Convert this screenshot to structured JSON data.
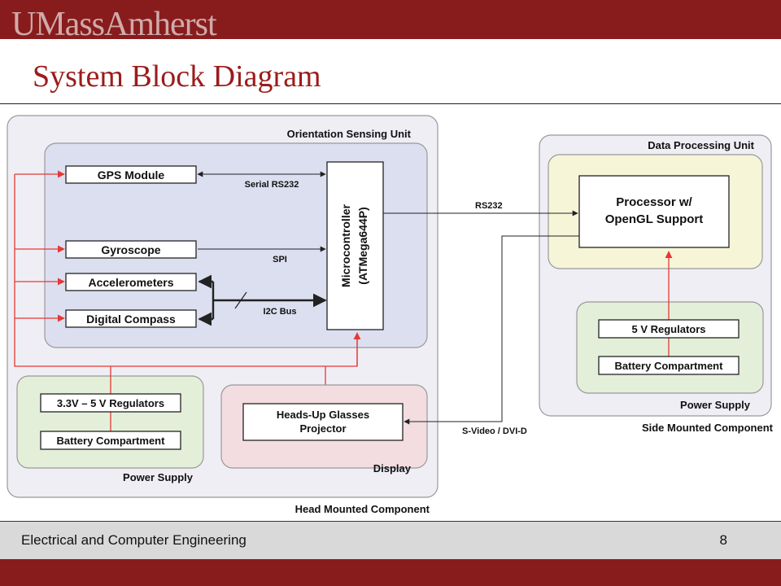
{
  "header": {
    "logo_text": "UMassAmherst",
    "title": "System Block Diagram"
  },
  "diagram": {
    "head_mounted": {
      "label": "Head Mounted Component",
      "orientation_unit": {
        "label": "Orientation Sensing Unit",
        "gps": "GPS Module",
        "gyroscope": "Gyroscope",
        "accelerometers": "Accelerometers",
        "compass": "Digital Compass",
        "mcu_line1": "Microcontroller",
        "mcu_line2": "(ATMega644P)",
        "serial_label": "Serial RS232",
        "spi_label": "SPI",
        "i2c_label": "I2C Bus"
      },
      "power_supply": {
        "label": "Power Supply",
        "regulators": "3.3V – 5 V Regulators",
        "battery": "Battery Compartment"
      },
      "display": {
        "label": "Display",
        "projector_line1": "Heads-Up Glasses",
        "projector_line2": "Projector"
      }
    },
    "side_mounted": {
      "label": "Side Mounted Component",
      "data_unit": {
        "label": "Data Processing Unit",
        "processor_line1": "Processor w/",
        "processor_line2": "OpenGL Support"
      },
      "power_supply": {
        "label": "Power Supply",
        "regulators": "5 V Regulators",
        "battery": "Battery Compartment"
      }
    },
    "links": {
      "rs232": "RS232",
      "video": "S-Video / DVI-D"
    },
    "colors": {
      "power_line": "#e53935",
      "signal_line": "#222222",
      "outer_fill": "#f0eef5",
      "sensing_fill": "#dcdff0",
      "power_fill": "#e4efd9",
      "display_fill": "#f3dde1",
      "processing_fill": "#f7f5d8"
    }
  },
  "footer": {
    "department": "Electrical and Computer Engineering",
    "page_number": "8"
  }
}
